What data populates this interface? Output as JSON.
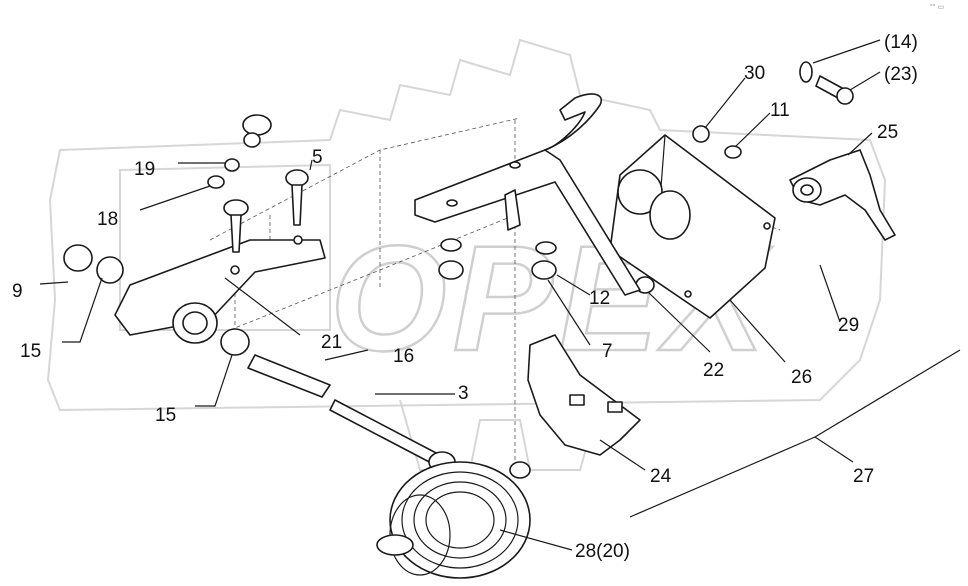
{
  "watermark": {
    "text": "OPEX"
  },
  "corner_mark": "°° ▭",
  "callouts": [
    {
      "id": "14",
      "text": "(14)"
    },
    {
      "id": "23",
      "text": "(23)"
    },
    {
      "id": "30",
      "text": "30"
    },
    {
      "id": "11",
      "text": "11"
    },
    {
      "id": "25",
      "text": "25"
    },
    {
      "id": "19",
      "text": "19"
    },
    {
      "id": "5",
      "text": "5"
    },
    {
      "id": "18",
      "text": "18"
    },
    {
      "id": "9",
      "text": "9"
    },
    {
      "id": "15a",
      "text": "15"
    },
    {
      "id": "21",
      "text": "21"
    },
    {
      "id": "16",
      "text": "16"
    },
    {
      "id": "15b",
      "text": "15"
    },
    {
      "id": "3",
      "text": "3"
    },
    {
      "id": "12",
      "text": "12"
    },
    {
      "id": "7",
      "text": "7"
    },
    {
      "id": "22",
      "text": "22"
    },
    {
      "id": "26",
      "text": "26"
    },
    {
      "id": "29",
      "text": "29"
    },
    {
      "id": "24",
      "text": "24"
    },
    {
      "id": "27",
      "text": "27"
    },
    {
      "id": "28",
      "text": "28(20)"
    }
  ]
}
